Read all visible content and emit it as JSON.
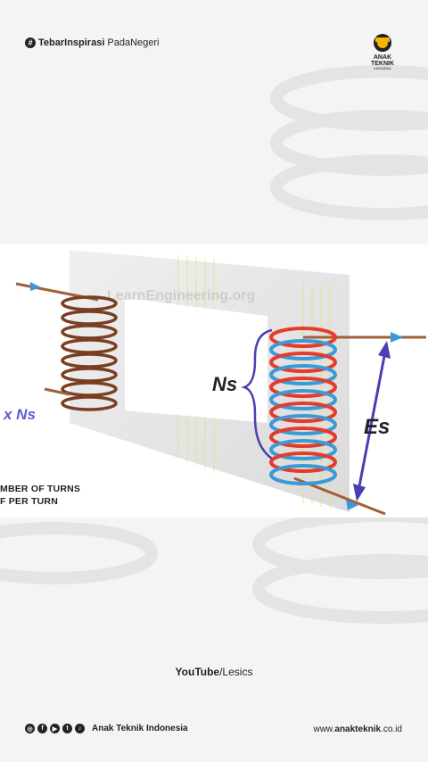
{
  "header": {
    "hashtag_bold": "TebarInspirasi",
    "hashtag_rest": "PadaNegeri",
    "logo_line1": "ANAK",
    "logo_line2": "TEKNIK",
    "logo_line3": "INDONESIA"
  },
  "figure": {
    "watermark": "LearnEngineering.org",
    "ns_label": "Ns",
    "es_label": "Es",
    "left_formula": "x Ns",
    "caption_line1": "MBER OF TURNS",
    "caption_line2": "F PER TURN"
  },
  "credit": {
    "platform": "YouTube",
    "channel": "/Lesics"
  },
  "footer": {
    "social_icons": [
      "instagram-icon",
      "facebook-icon",
      "youtube-icon",
      "twitter-icon",
      "tiktok-icon"
    ],
    "brand": "Anak Teknik Indonesia",
    "site_prefix": "www.",
    "site_bold": "anakteknik",
    "site_suffix": ".co.id"
  },
  "colors": {
    "copper": "#8a4a2a",
    "coil_red": "#e53b2a",
    "coil_blue": "#3a9ad8",
    "arrow_purple": "#4b3fb0",
    "core_yellow": "#e8e070"
  }
}
